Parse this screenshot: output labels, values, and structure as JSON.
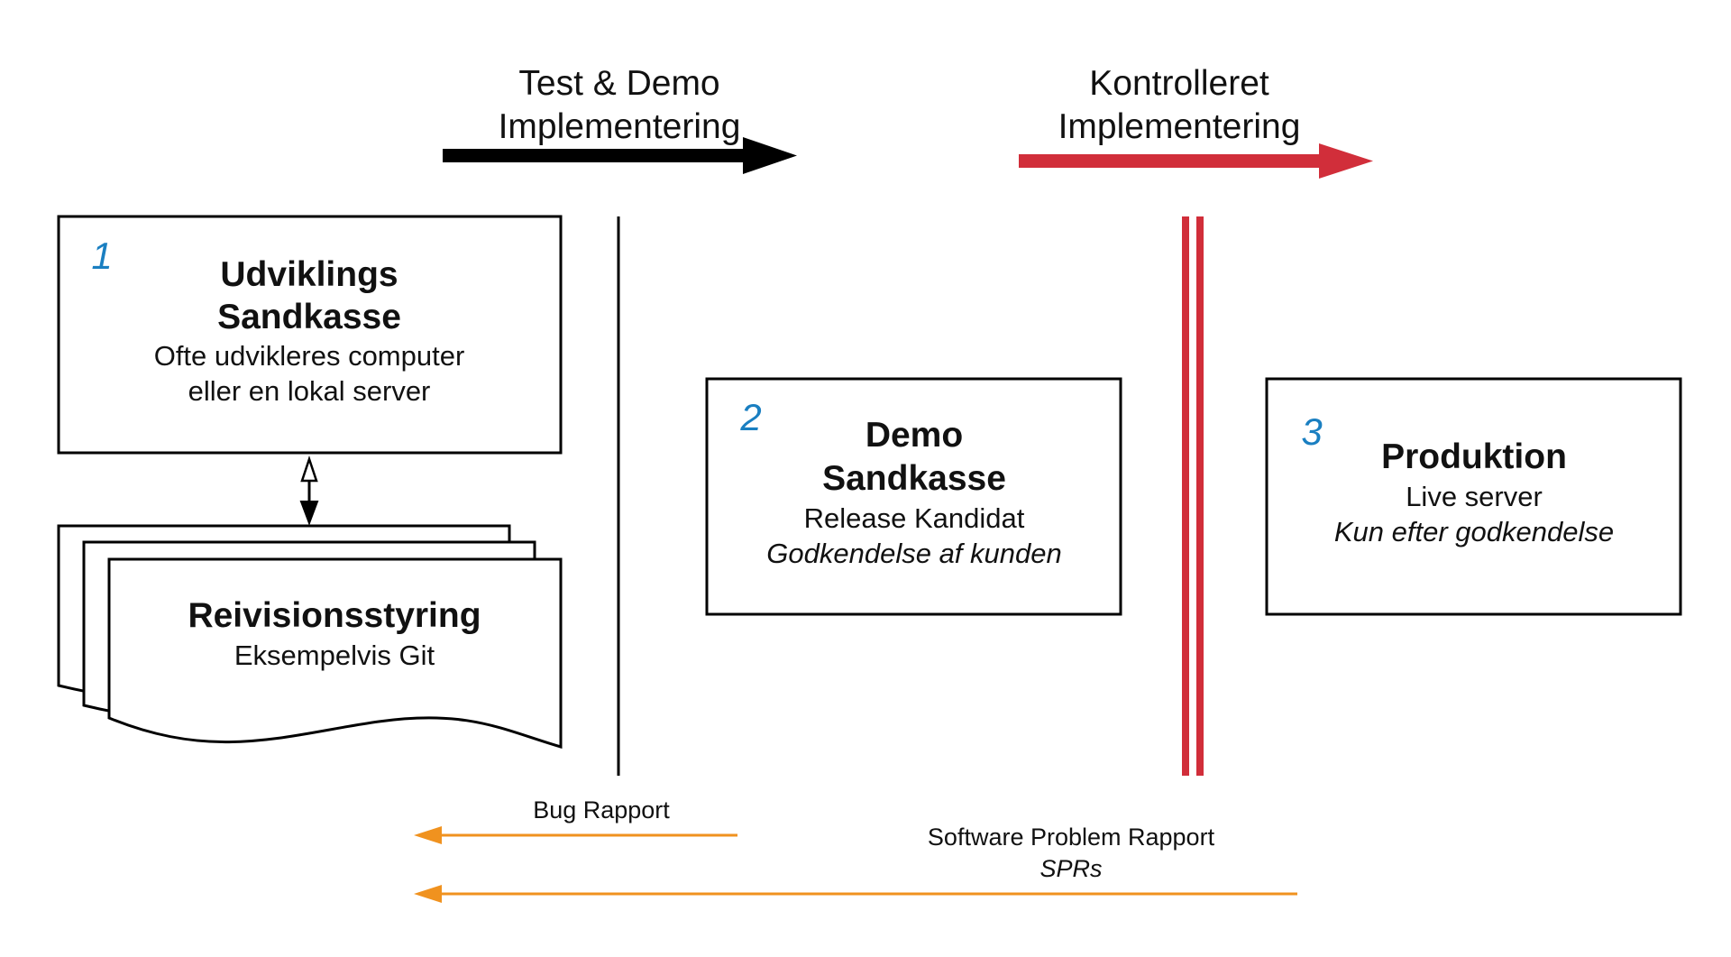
{
  "phases": {
    "test_demo": {
      "line1": "Test & Demo",
      "line2": "Implementering",
      "color": "#000000"
    },
    "controlled": {
      "line1": "Kontrolleret",
      "line2": "Implementering",
      "color": "#d12e3a"
    }
  },
  "boxes": {
    "dev": {
      "number": "1",
      "title1": "Udviklings",
      "title2": "Sandkasse",
      "sub1": "Ofte udvikleres computer",
      "sub2": "eller en lokal server"
    },
    "vcs": {
      "title": "Reivisionsstyring",
      "sub": "Eksempelvis Git"
    },
    "demo": {
      "number": "2",
      "title1": "Demo",
      "title2": "Sandkasse",
      "sub1": "Release Kandidat",
      "sub2": "Godkendelse af kunden"
    },
    "prod": {
      "number": "3",
      "title": "Produktion",
      "sub1": "Live server",
      "sub2": "Kun efter godkendelse"
    }
  },
  "reports": {
    "bug": {
      "label": "Bug Rapport"
    },
    "spr": {
      "line1": "Software Problem Rapport",
      "line2": "SPRs"
    },
    "color": "#f0921f"
  },
  "colors": {
    "number_blue": "#1a7fc1",
    "red": "#d12e3a",
    "orange": "#f0921f"
  }
}
